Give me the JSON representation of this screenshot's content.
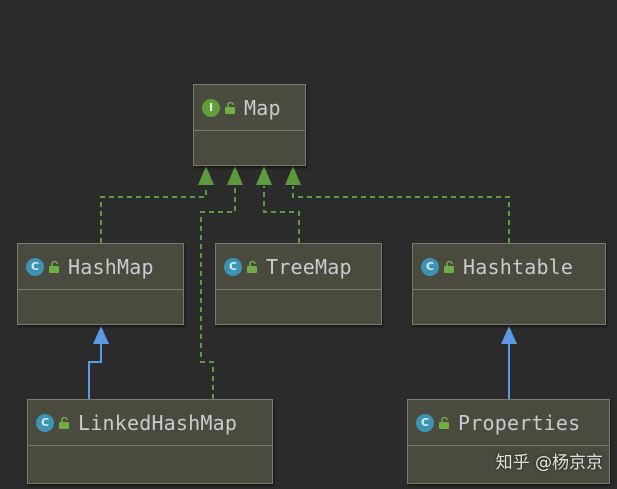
{
  "diagram": {
    "nodes": [
      {
        "id": "map",
        "label": "Map",
        "kind": "interface",
        "badge": "I"
      },
      {
        "id": "hashmap",
        "label": "HashMap",
        "kind": "class",
        "badge": "C"
      },
      {
        "id": "treemap",
        "label": "TreeMap",
        "kind": "class",
        "badge": "C"
      },
      {
        "id": "hashtable",
        "label": "Hashtable",
        "kind": "class",
        "badge": "C"
      },
      {
        "id": "linkedhashmap",
        "label": "LinkedHashMap",
        "kind": "class",
        "badge": "C"
      },
      {
        "id": "properties",
        "label": "Properties",
        "kind": "class",
        "badge": "C"
      }
    ],
    "edges": [
      {
        "from": "hashmap",
        "to": "map",
        "type": "implements"
      },
      {
        "from": "linkedhashmap",
        "to": "map",
        "type": "implements"
      },
      {
        "from": "treemap",
        "to": "map",
        "type": "implements"
      },
      {
        "from": "hashtable",
        "to": "map",
        "type": "implements"
      },
      {
        "from": "linkedhashmap",
        "to": "hashmap",
        "type": "extends"
      },
      {
        "from": "properties",
        "to": "hashtable",
        "type": "extends"
      }
    ],
    "colors": {
      "background": "#2b2b2b",
      "box_fill": "#4b4a3f",
      "box_border": "#7a7a70",
      "implements_edge": "#5c9a3d",
      "extends_edge": "#5a9ae6",
      "class_badge": "#3d93b5",
      "interface_badge": "#5e9f3a"
    }
  },
  "watermark": "知乎 @杨京京"
}
